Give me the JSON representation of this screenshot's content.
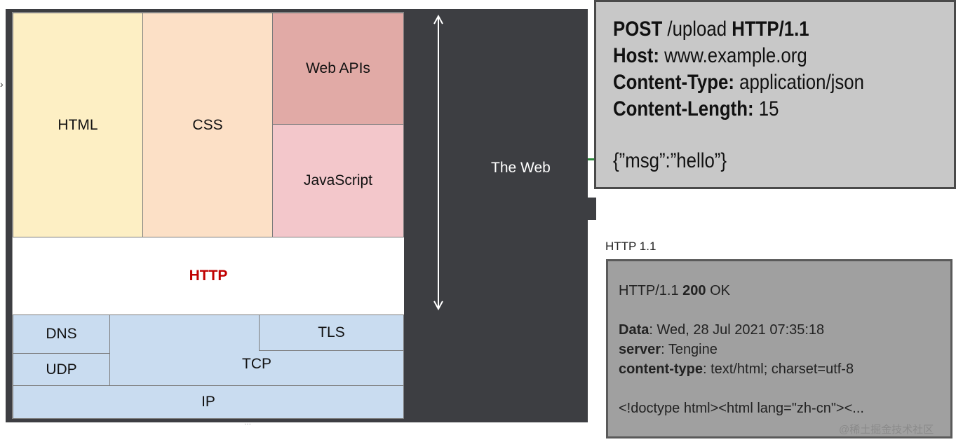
{
  "diagram": {
    "layers": {
      "html": "HTML",
      "css": "CSS",
      "web_apis": "Web APIs",
      "javascript": "JavaScript",
      "http": "HTTP",
      "dns": "DNS",
      "udp": "UDP",
      "tcp": "TCP",
      "tls": "TLS",
      "ip": "IP"
    },
    "the_web_label": "The Web",
    "http_color": "#c00000"
  },
  "request": {
    "line1_method": "POST",
    "line1_path": " /upload ",
    "line1_version": "HTTP/1.1",
    "host_key": "Host:",
    "host_value": " www.example.org",
    "content_type_key": "Content-Type:",
    "content_type_value": " application/json",
    "content_length_key": "Content-Length:",
    "content_length_value": " 15",
    "body": "{”msg”:”hello”}"
  },
  "response": {
    "caption": "HTTP 1.1",
    "status_version": "HTTP/1.1 ",
    "status_code": "200",
    "status_text": " OK",
    "date_key": "Data",
    "date_value": ": Wed, 28 Jul 2021 07:35:18",
    "server_key": "server",
    "server_value": ": Tengine",
    "content_type_key": "content-type",
    "content_type_value": ": text/html; charset=utf-8",
    "body": "<!doctype html><html lang=\"zh-cn\"><..."
  },
  "watermark": "@稀土掘金技术社区"
}
